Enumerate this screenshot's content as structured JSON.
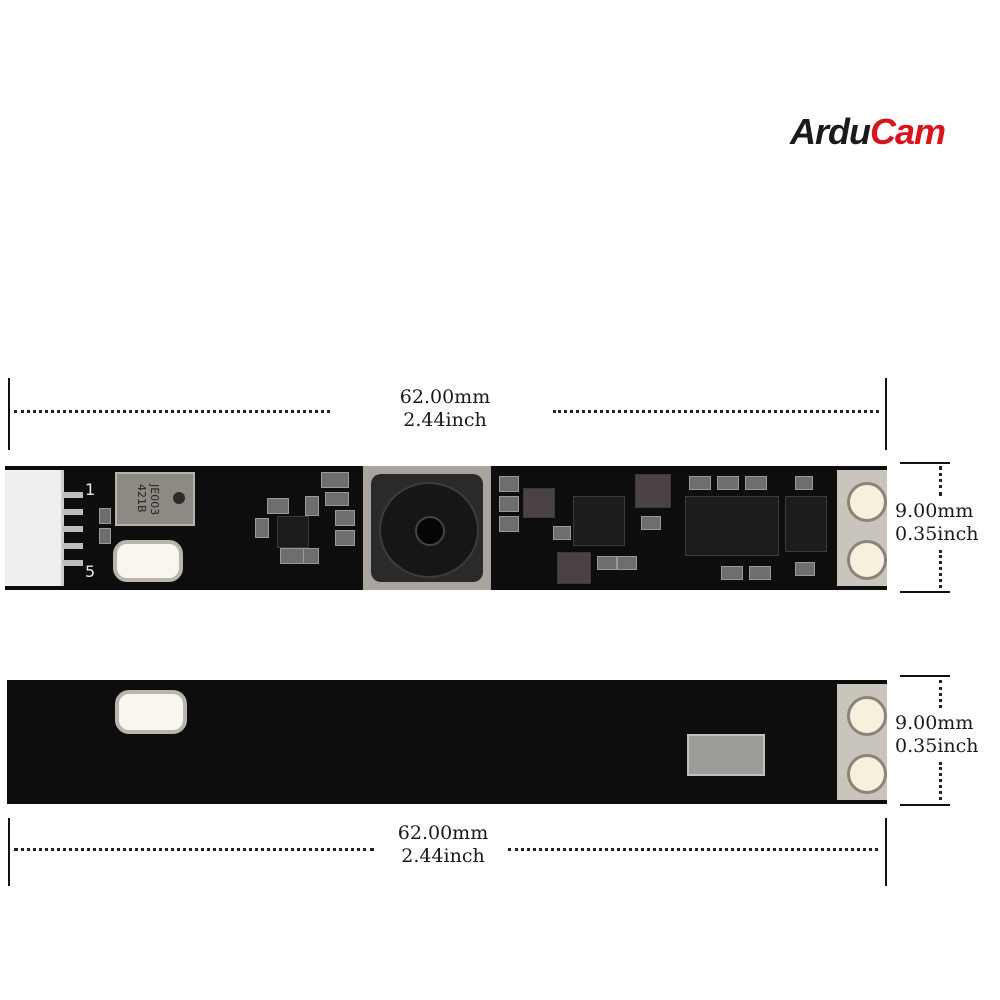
{
  "brand": {
    "part1": "Ardu",
    "part2": "Cam",
    "color_dark": "#1a1a1a",
    "color_accent": "#d8141c"
  },
  "top_view": {
    "length_mm": "62.00mm",
    "length_in": "2.44inch",
    "width_mm": "9.00mm",
    "width_in": "0.35inch",
    "connector_pin_first": "1",
    "connector_pin_last": "5",
    "mic_marking_line1": "JE003",
    "mic_marking_line2": "421B"
  },
  "bottom_view": {
    "length_mm": "62.00mm",
    "length_in": "2.44inch",
    "width_mm": "9.00mm",
    "width_in": "0.35inch"
  }
}
